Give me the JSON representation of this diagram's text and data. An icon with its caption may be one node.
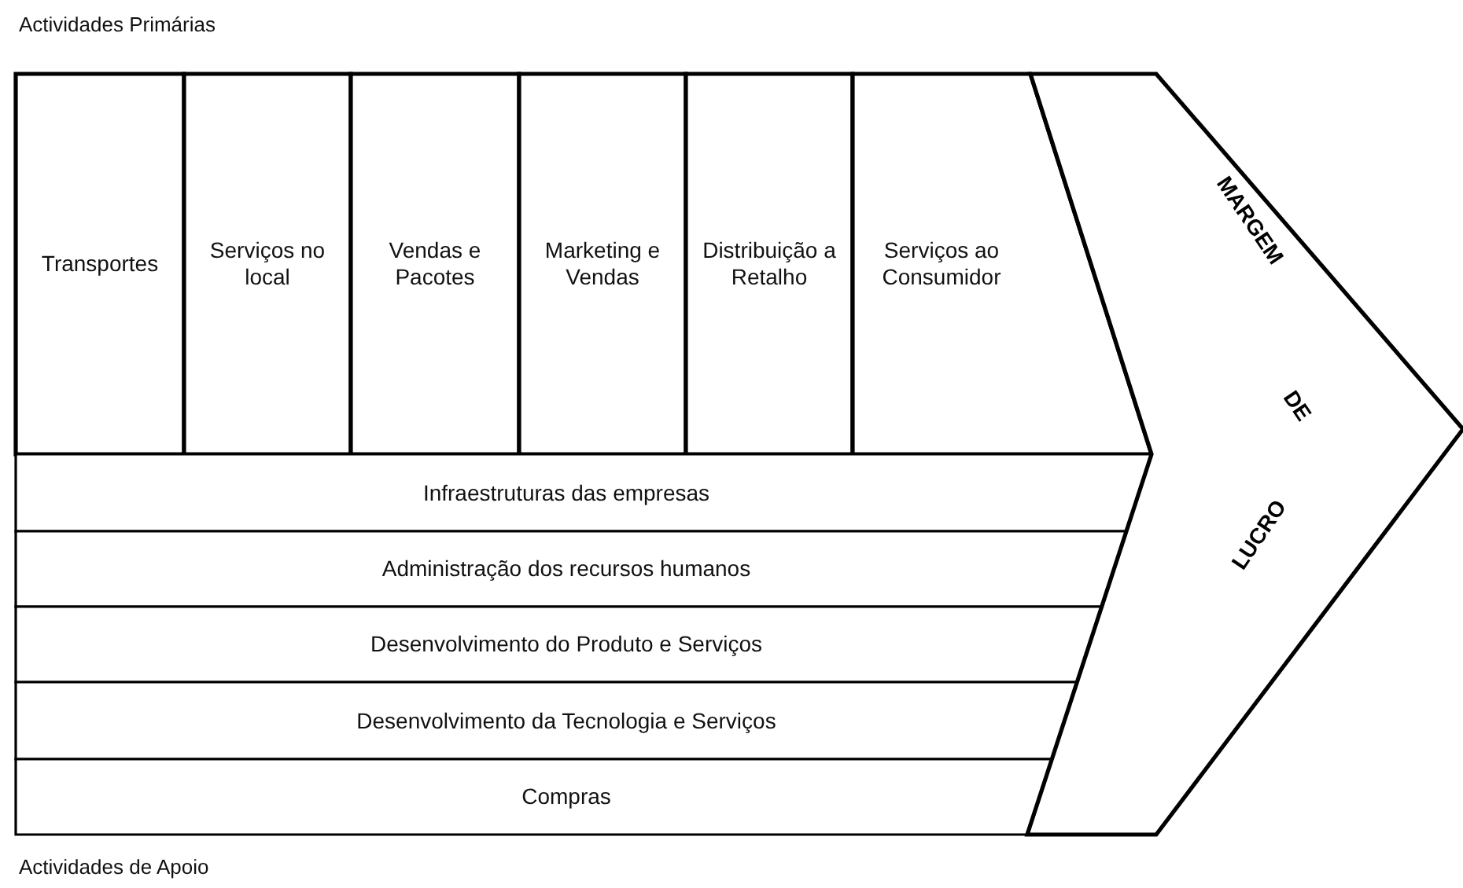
{
  "diagram": {
    "nodes": [
      {
        "text": [
          "Transportes"
        ]
      },
      {
        "text": [
          "Serviços no local"
        ]
      },
      {
        "text": [
          "Vendas e Pacotes"
        ]
      },
      {
        "text": [
          "Marketing e Vendas"
        ]
      },
      {
        "text": [
          "Distribuição a Retalho"
        ]
      },
      {
        "text": [
          "Serviços ao Consumidor"
        ]
      },
      {
        "text": [
          "Infraestruturas das empresas"
        ]
      },
      {
        "text": [
          "Administração dos recursos humanos"
        ]
      },
      {
        "text": [
          "Desenvolvimento do Produto e Serviços"
        ]
      },
      {
        "text": [
          "Desenvolvimento da Tecnologia e Serviços"
        ]
      },
      {
        "text": [
          "Compras"
        ]
      },
      {
        "text": [
          "MARGEM",
          "DE",
          "LUCRO"
        ]
      }
    ],
    "edges": [],
    "labels": [
      "Actividades Primárias",
      "Actividades de Apoio"
    ]
  }
}
